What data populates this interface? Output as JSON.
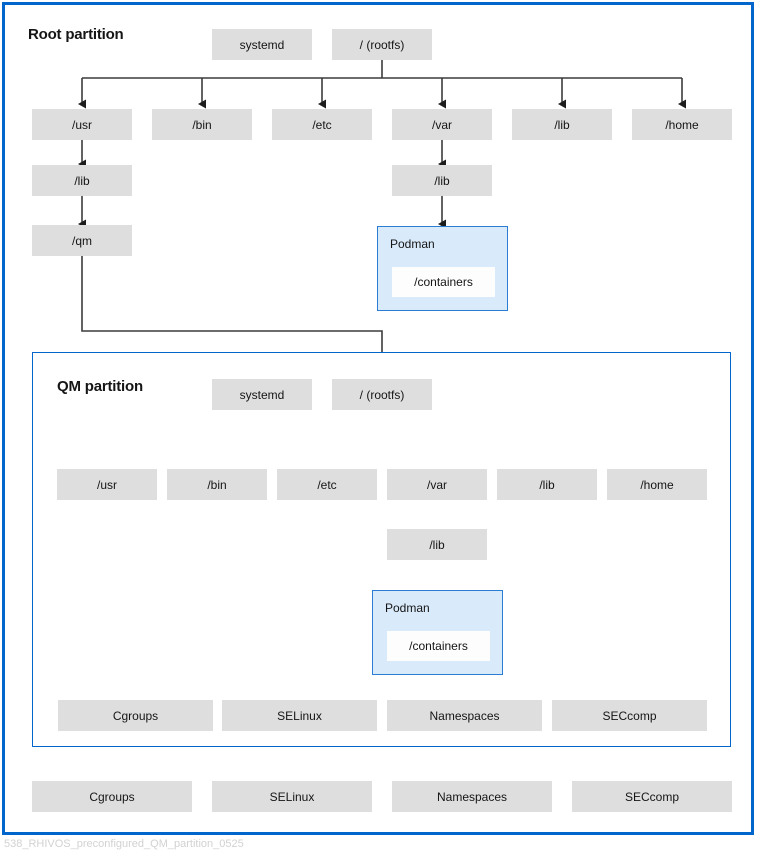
{
  "figure": {
    "caption": "538_RHIVOS_preconfigured_QM_partition_0525",
    "colors": {
      "outer_border": "#0066cc",
      "inner_border": "#0066cc",
      "node_fill": "#dedede",
      "podman_fill": "#d9eafb",
      "podman_border": "#2b7cd3",
      "podman_inner_fill": "#fdfdfd",
      "connector": "#3c3c3c",
      "text": "#151515"
    }
  },
  "root_partition": {
    "title": "Root partition",
    "systemd": "systemd",
    "rootfs": "/ (rootfs)",
    "dirs": [
      "/usr",
      "/bin",
      "/etc",
      "/var",
      "/lib",
      "/home"
    ],
    "usr_lib": "/lib",
    "qm": "/qm",
    "var_lib": "/lib",
    "podman": {
      "label": "Podman",
      "containers": "/containers"
    }
  },
  "qm_partition": {
    "title": "QM partition",
    "systemd": "systemd",
    "rootfs": "/ (rootfs)",
    "dirs": [
      "/usr",
      "/bin",
      "/etc",
      "/var",
      "/lib",
      "/home"
    ],
    "var_lib": "/lib",
    "podman": {
      "label": "Podman",
      "containers": "/containers"
    },
    "features": [
      "Cgroups",
      "SELinux",
      "Namespaces",
      "SECcomp"
    ]
  },
  "host_features": [
    "Cgroups",
    "SELinux",
    "Namespaces",
    "SECcomp"
  ]
}
